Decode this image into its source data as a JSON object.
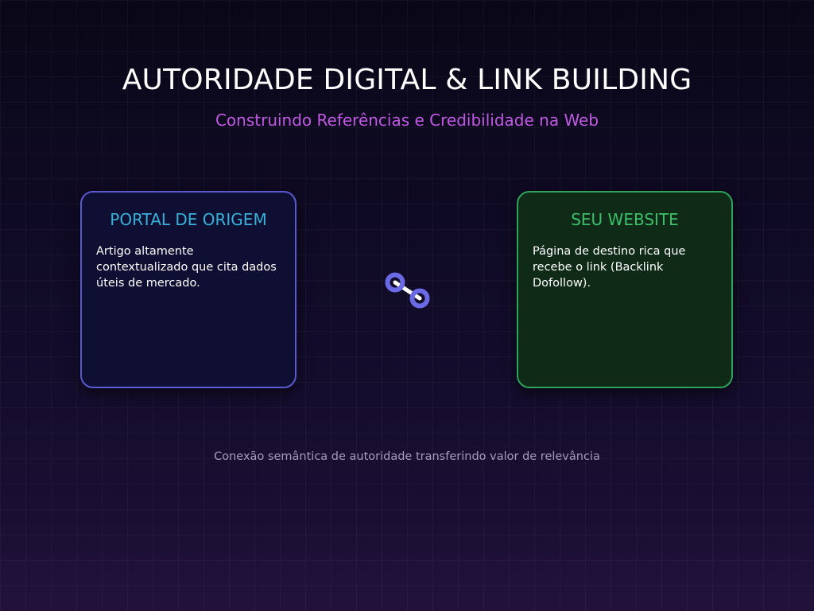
{
  "header": {
    "title": "AUTORIDADE DIGITAL & LINK BUILDING",
    "subtitle": "Construindo Referências e Credibilidade na Web"
  },
  "cards": {
    "origin": {
      "title": "PORTAL DE ORIGEM",
      "text": "Artigo altamente contextualizado que cita dados úteis de mercado."
    },
    "target": {
      "title": "SEU WEBSITE",
      "text": "Página de destino rica que recebe o link (Backlink Dofollow)."
    }
  },
  "connector": {
    "icon": "link-icon"
  },
  "footer": {
    "caption": "Conexão semântica de autoridade transferindo valor de relevância"
  },
  "colors": {
    "subtitle": "#c15ae3",
    "origin_border": "#5a59d0",
    "origin_title": "#3ab0d8",
    "target_border": "#2fa35a",
    "target_title": "#3cc06a",
    "link_ring": "#6b6ae6"
  }
}
